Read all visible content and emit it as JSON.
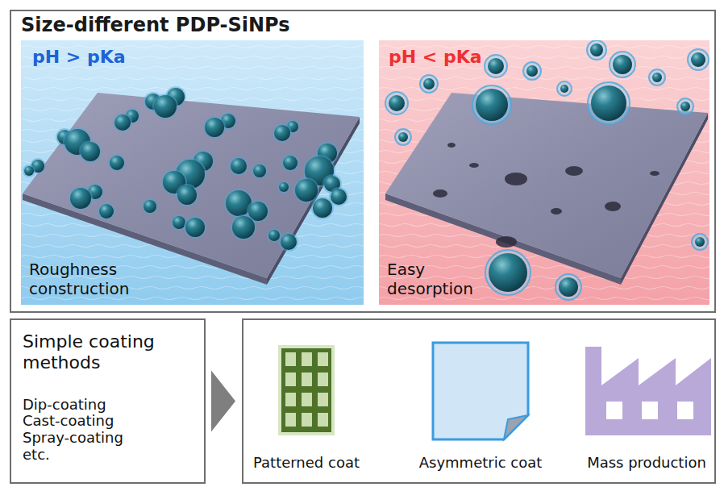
{
  "diagram": {
    "nodes": [
      {
        "text": [
          "Size-different PDP-SiNPs"
        ]
      },
      {
        "text": [
          "pH > pKa",
          "Roughness construction"
        ],
        "in": 0
      },
      {
        "text": [
          "pH < pKa",
          "Easy desorption"
        ],
        "in": 0
      },
      {
        "text": [
          "Simple coating methods",
          "Dip-coating Cast-coating Spray-coating etc."
        ]
      },
      {
        "text": [
          "Patterned coat",
          "Asymmetric coat",
          "Mass production"
        ]
      }
    ],
    "edges": [
      {
        "from": 3,
        "to": 4,
        "arrow": "to"
      }
    ]
  }
}
